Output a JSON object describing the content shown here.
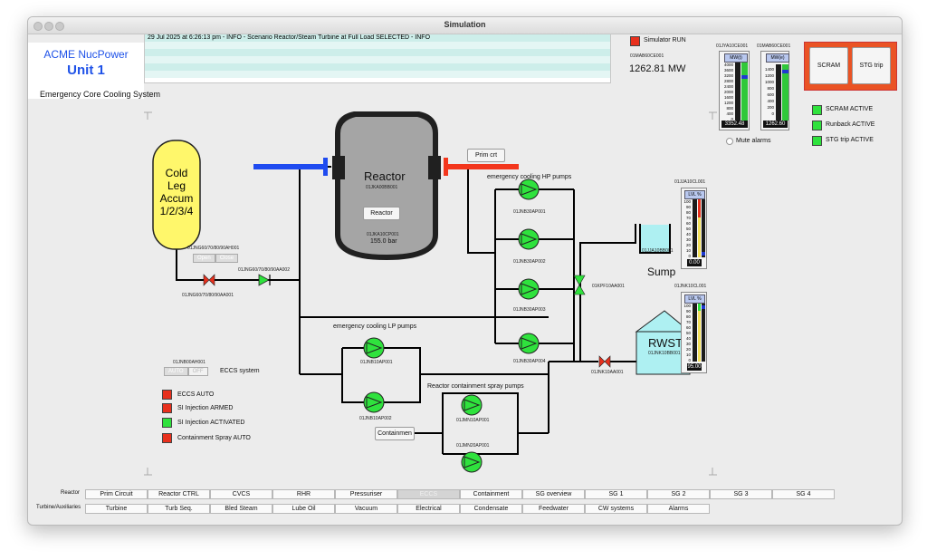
{
  "window": {
    "title": "Simulation"
  },
  "header": {
    "company": "ACME NucPower",
    "unit": "Unit 1",
    "log": [
      "29 Jul 2025 at 6:26:13 pm - INFO - Scenario Reactor/Steam Turbine at Full Load SELECTED - INFO",
      "",
      "",
      "",
      "",
      ""
    ],
    "simulator_run_label": "Simulator RUN",
    "power_tag": "01MAB60CE001",
    "power_value": "1262.81 MW"
  },
  "gauges_top": [
    {
      "tag": "01JYA10CE001",
      "title": "MW(t)",
      "scale": [
        "4000",
        "3600",
        "3200",
        "2800",
        "2400",
        "2000",
        "1600",
        "1200",
        "800",
        "400",
        "0"
      ],
      "value": "3352.48",
      "fill": 0.84
    },
    {
      "tag": "01MAB60CE001",
      "title": "MW(e)",
      "scale": [
        "1400",
        "1200",
        "1000",
        "800",
        "600",
        "400",
        "200",
        "0"
      ],
      "value": "1262.60",
      "fill": 0.9
    }
  ],
  "trip_buttons": {
    "scram": "SCRAM",
    "stg_trip": "STG trip"
  },
  "indicators_right": [
    {
      "label": "SCRAM ACTIVE",
      "color": "#2fe23d"
    },
    {
      "label": "Runback ACTIVE",
      "color": "#2fe23d"
    },
    {
      "label": "STG trip ACTIVE",
      "color": "#2fe23d"
    }
  ],
  "mute_alarms": "Mute alarms",
  "page_title": "Emergency Core Cooling System",
  "accumulator": {
    "lines": [
      "Cold",
      "Leg",
      "Accum",
      "1/2/3/4"
    ],
    "tag": "01JNG60/70/80/90AH001",
    "open": "Open",
    "close": "Close"
  },
  "valves": {
    "accum_valve_tag": "01JNG60/70/80/90AA001",
    "check_valve_tag": "01JNG60/70/80/90AA002",
    "sump_valve_tag": "01KPF10AA001",
    "rwst_valve_tag": "01JNK10AA001"
  },
  "reactor": {
    "label": "Reactor",
    "tag": "01JKA00BB001",
    "button": "Reactor",
    "pressure_tag": "01JKA10CP001",
    "pressure": "155.0 bar"
  },
  "prim_crt_button": "Prim crt",
  "hp_pumps": {
    "title": "emergency cooling HP pumps",
    "tags": [
      "01JNB30AP001",
      "01JNB30AP002",
      "01JNB30AP003",
      "01JNB30AP004"
    ]
  },
  "lp_pumps": {
    "title": "emergency cooling LP pumps",
    "tags": [
      "01JNB10AP001",
      "01JNB10AP002"
    ]
  },
  "spray_pumps": {
    "title": "Reactor containment spray pumps",
    "tags": [
      "01JMN10AP001",
      "01JMN20AP001"
    ],
    "button": "Containmen"
  },
  "sump": {
    "label": "Sump",
    "tag": "01JJA10BB001",
    "gauge_tag": "01JJA10CL001",
    "gauge_title": "LVL %",
    "value": "0.00",
    "scale": [
      "100",
      "90",
      "80",
      "70",
      "60",
      "50",
      "40",
      "30",
      "20",
      "10",
      "0"
    ],
    "fill": 0.0
  },
  "rwst": {
    "label": "RWST",
    "tag": "01JNK10BB001",
    "gauge_tag": "01JNK10CL001",
    "gauge_title": "LVL %",
    "value": "95.00",
    "scale": [
      "100",
      "90",
      "80",
      "70",
      "60",
      "50",
      "40",
      "30",
      "20",
      "10",
      "0"
    ],
    "fill": 0.95
  },
  "eccs_system": {
    "tag": "01JNB00AH001",
    "auto": "AUTO",
    "off": "OFF",
    "label": "ECCS system"
  },
  "indicators_left": [
    {
      "label": "ECCS AUTO",
      "color": "#e8301d"
    },
    {
      "label": "SI Injection ARMED",
      "color": "#e8301d"
    },
    {
      "label": "SI Injection ACTIVATED",
      "color": "#2fe23d"
    },
    {
      "label": "Containment Spray AUTO",
      "color": "#e8301d"
    }
  ],
  "nav": {
    "reactor_label": "Reactor",
    "turbine_label": "Turbine/Auxiliaries",
    "reactor_tabs": [
      "Prim Circuit",
      "Reactor CTRL",
      "CVCS",
      "RHR",
      "Pressuriser",
      "ECCS",
      "Containment",
      "SG overview",
      "SG 1",
      "SG 2",
      "SG 3",
      "SG 4"
    ],
    "turbine_tabs": [
      "Turbine",
      "Turb Seq.",
      "Bled Steam",
      "Lube Oil",
      "Vacuum",
      "Electrical",
      "Condensate",
      "Feedwater",
      "CW systems",
      "Alarms"
    ],
    "active_tab": "ECCS"
  }
}
